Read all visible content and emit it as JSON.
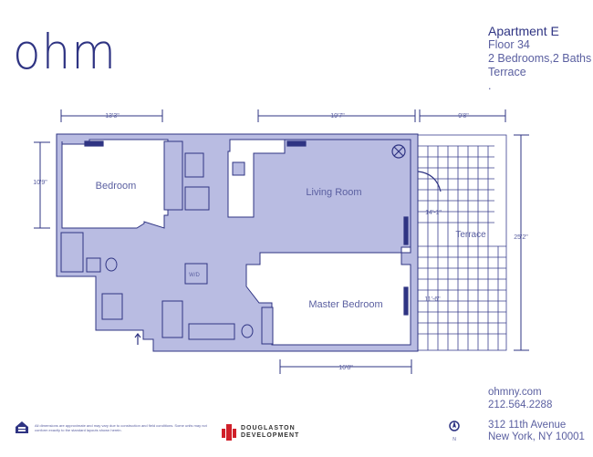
{
  "brand": {
    "logo": "ohm"
  },
  "unit": {
    "title": "Apartment E",
    "floor": "Floor 34",
    "rooms": "2 Bedrooms,2 Baths",
    "outdoor": "Terrace",
    "extra": "."
  },
  "plan": {
    "rooms": {
      "bedroom": "Bedroom",
      "living": "Living Room",
      "master": "Master Bedroom",
      "terrace": "Terrace",
      "wd": "W/D"
    },
    "dimensions": {
      "bedroom_width": "13'3\"",
      "living_width": "19'7\"",
      "terrace_width": "9'8\"",
      "bedroom_depth": "10'9\"",
      "terrace_depth": "25'2\"",
      "living_depth": "14'-1\"",
      "master_depth": "11'-6\"",
      "master_width": "16'8\""
    },
    "colors": {
      "wall": "#b9bce2",
      "line": "#2f3483"
    }
  },
  "contact": {
    "website": "ohmny.com",
    "phone": "212.564.2288",
    "address_line1": "312 11th Avenue",
    "address_line2": "New York, NY 10001"
  },
  "footer": {
    "disclaimer": "All dimensions are approximate and may vary due to construction and field conditions. Some units may not conform exactly to the standard layouts shown herein.",
    "developer_line1": "DOUGLASTON",
    "developer_line2": "DEVELOPMENT",
    "north_label": "N"
  }
}
